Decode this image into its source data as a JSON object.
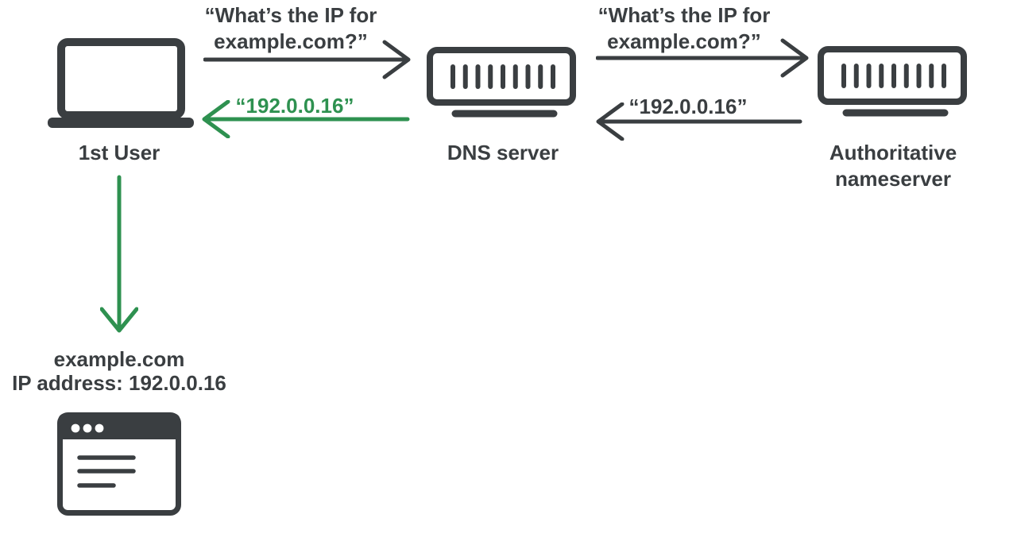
{
  "title": "DNS resolution diagram",
  "colors": {
    "dark": "#3a3e41",
    "green": "#2e9150"
  },
  "nodes": {
    "user": {
      "label": "1st User",
      "icon": "laptop-icon"
    },
    "dns": {
      "label": "DNS server",
      "icon": "server-icon"
    },
    "authoritative": {
      "label": "Authoritative\nnameserver",
      "icon": "server-icon"
    },
    "result": {
      "label": "example.com\nIP address: 192.0.0.16",
      "icon": "browser-window-icon"
    }
  },
  "messages": {
    "query_user_to_dns": "“What’s the IP for\nexample.com?”",
    "reply_dns_to_user": "“192.0.0.16”",
    "query_dns_to_auth": "“What’s the IP for\nexample.com?”",
    "reply_auth_to_dns": "“192.0.0.16”"
  }
}
